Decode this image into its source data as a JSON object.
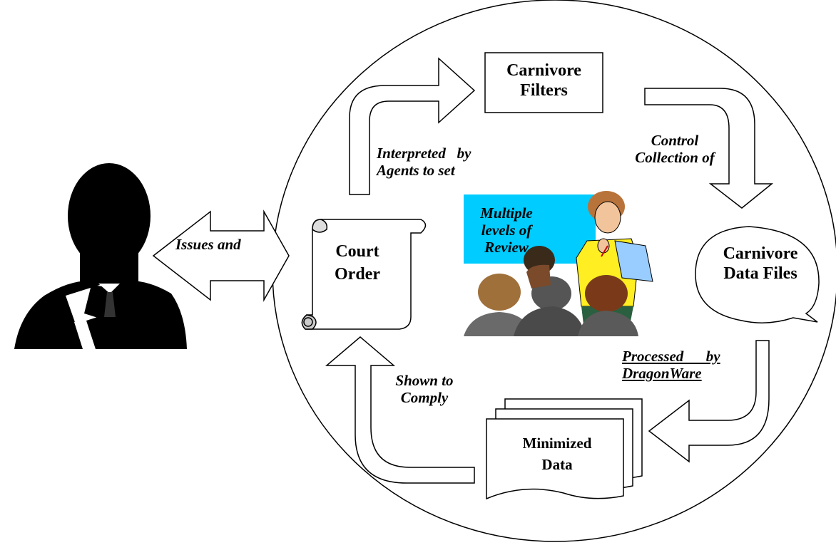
{
  "diagram": {
    "nodes": {
      "court_order": {
        "line1": "Court",
        "line2": "Order"
      },
      "carnivore_filters": {
        "line1": "Carnivore",
        "line2": "Filters"
      },
      "carnivore_data_files": {
        "line1": "Carnivore",
        "line2": "Data Files"
      },
      "minimized_data": {
        "line1": "Minimized",
        "line2": "Data"
      },
      "review": {
        "line1": "Multiple",
        "line2": "levels of",
        "line3": "Review"
      }
    },
    "edges": {
      "issues": {
        "line1": "Issues and"
      },
      "interpreted": {
        "line1": "Interpreted   by",
        "line2": "Agents to set"
      },
      "control": {
        "line1": "Control",
        "line2": "Collection of"
      },
      "processed": {
        "line1": "Processed      by",
        "line2": "DragonWare"
      },
      "shown": {
        "line1": "Shown to",
        "line2": "Comply"
      }
    },
    "colors": {
      "review_box": "#00ccff",
      "stroke": "#000000",
      "background": "#ffffff"
    },
    "icons": [
      "judge-silhouette-icon",
      "scroll-icon",
      "meeting-clipart-icon",
      "stacked-documents-icon"
    ]
  }
}
